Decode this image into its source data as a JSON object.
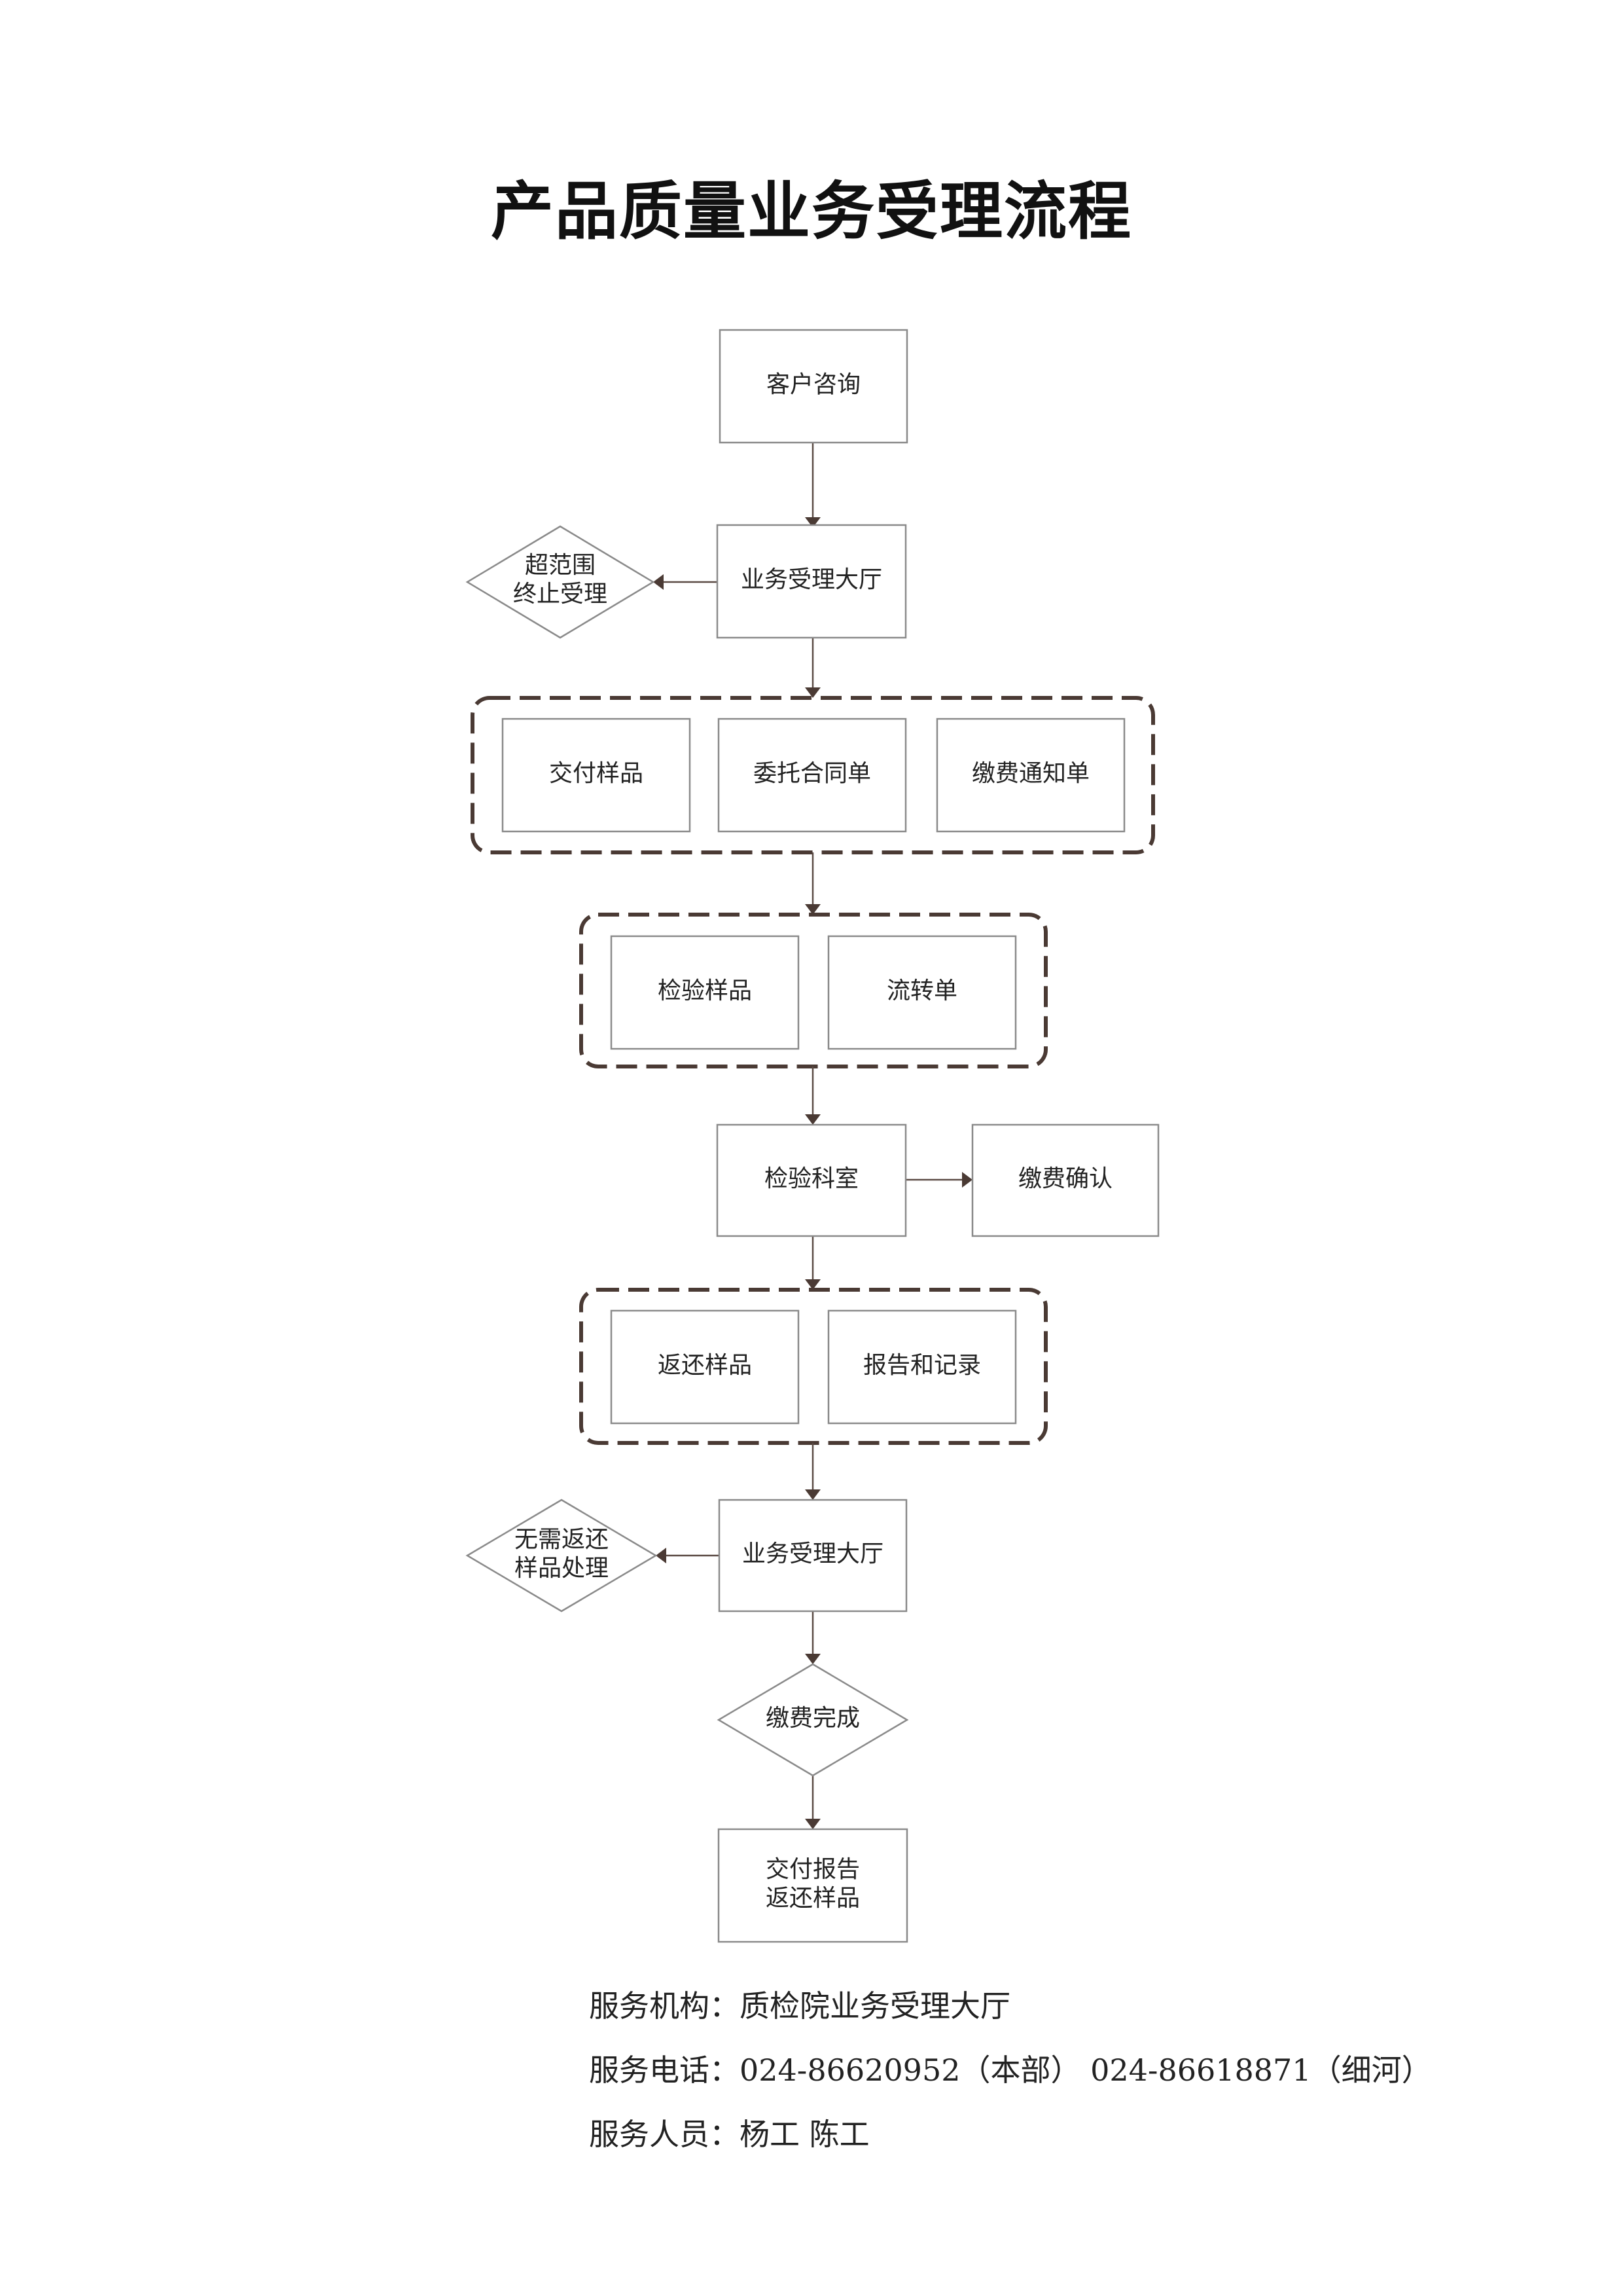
{
  "title": "产品质量业务受理流程",
  "nodes": {
    "consult": "客户咨询",
    "hall_1": "业务受理大厅",
    "out_of_scope_line1": "超范围",
    "out_of_scope_line2": "终止受理",
    "deliver_sample": "交付样品",
    "contract": "委托合同单",
    "payment_notice": "缴费通知单",
    "inspect_sample": "检验样品",
    "transfer_sheet": "流转单",
    "lab": "检验科室",
    "payment_confirm": "缴费确认",
    "return_sample": "返还样品",
    "report_record": "报告和记录",
    "hall_2": "业务受理大厅",
    "no_return_line1": "无需返还",
    "no_return_line2": "样品处理",
    "payment_done": "缴费完成",
    "final_line1": "交付报告",
    "final_line2": "返还样品"
  },
  "footer": {
    "org": "服务机构：质检院业务受理大厅",
    "phone": "服务电话：024-86620952（本部） 024-86618871（细河）",
    "staff": "服务人员：杨工 陈工"
  }
}
